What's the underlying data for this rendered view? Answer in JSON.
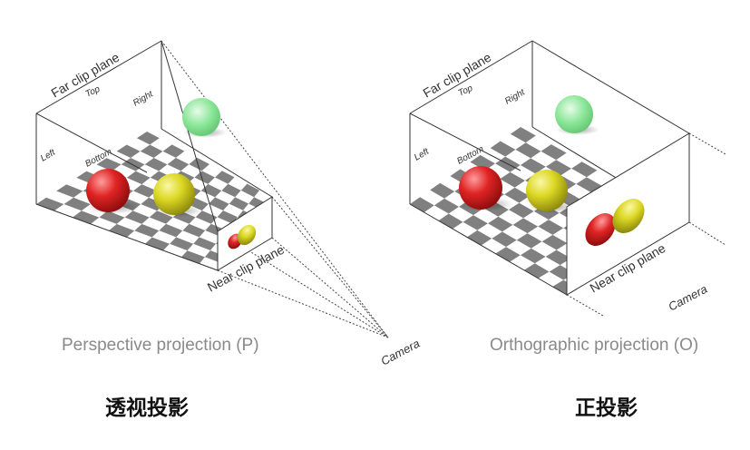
{
  "perspective": {
    "far_label": "Far clip plane",
    "top_label": "Top",
    "right_label": "Right",
    "left_label": "Left",
    "bottom_label": "Bottom",
    "near_label": "Near clip plane",
    "camera_label": "Camera",
    "caption": "Perspective projection (P)",
    "title_cn": "透视投影"
  },
  "orthographic": {
    "far_label": "Far clip plane",
    "top_label": "Top",
    "right_label": "Right",
    "left_label": "Left",
    "bottom_label": "Bottom",
    "near_label": "Near clip plane",
    "camera_label": "Camera",
    "caption": "Orthographic projection (O)",
    "title_cn": "正投影"
  },
  "colors": {
    "red_sphere": "#d81e1e",
    "yellow_sphere": "#d9d51c",
    "green_sphere": "#7fe08f",
    "checker_dark": "#808080",
    "checker_light": "#ffffff"
  }
}
